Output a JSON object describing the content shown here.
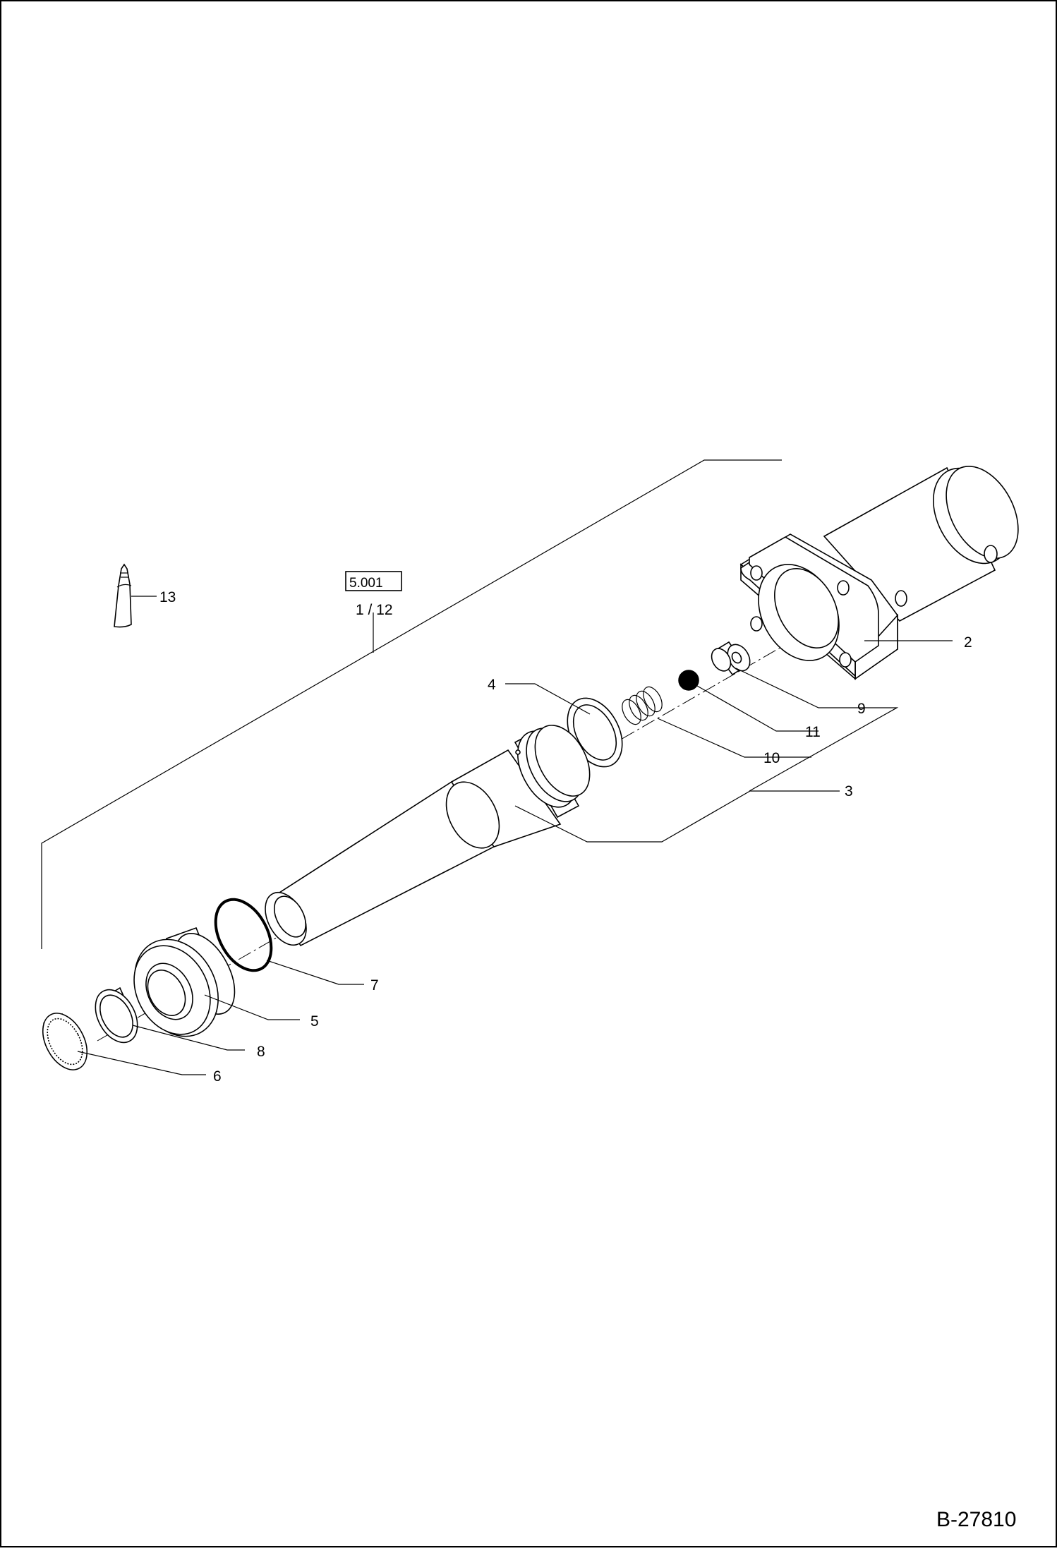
{
  "drawing": {
    "sheet_id": "B-27810",
    "reference": {
      "page": "5.001",
      "items": "1 / 12"
    },
    "callouts": {
      "c2": "2",
      "c3": "3",
      "c4": "4",
      "c5": "5",
      "c6": "6",
      "c7": "7",
      "c8": "8",
      "c9": "9",
      "c10": "10",
      "c11": "11",
      "c13": "13"
    }
  }
}
